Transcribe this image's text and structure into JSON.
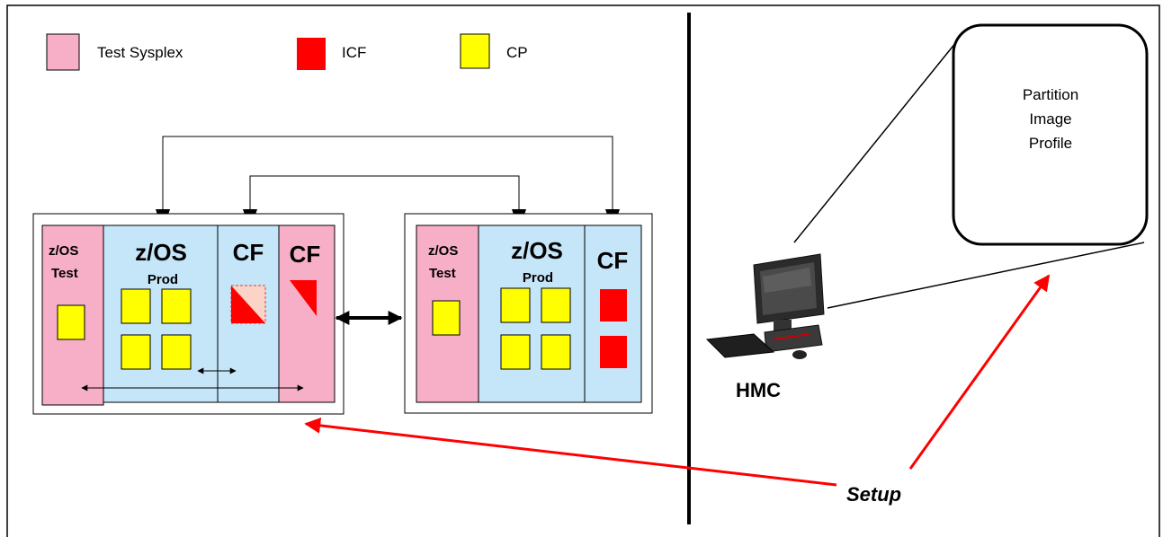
{
  "legend": {
    "items": [
      {
        "label": "Test Sysplex",
        "color": "#f7aec7"
      },
      {
        "label": "ICF",
        "color": "#ff0000"
      },
      {
        "label": "CP",
        "color": "#ffff00"
      }
    ]
  },
  "cec1": {
    "test_label_line1": "z/OS",
    "test_label_line2": "Test",
    "prod_title": "z/OS",
    "prod_subtitle": "Prod",
    "cf_shared_label": "CF",
    "cf_test_label": "CF"
  },
  "cec2": {
    "test_label_line1": "z/OS",
    "test_label_line2": "Test",
    "prod_title": "z/OS",
    "prod_subtitle": "Prod",
    "cf_label": "CF"
  },
  "hmc": {
    "label": "HMC"
  },
  "profile": {
    "line1": "Partition",
    "line2": "Image",
    "line3": "Profile"
  },
  "setup_label": "Setup",
  "colors": {
    "test_pink": "#f7aec7",
    "prod_blue": "#c5e5f8",
    "cp_yellow": "#ffff00",
    "icf_red": "#ff0000",
    "arrow_red": "#ff0000",
    "faded_pink": "#fbd3c7"
  }
}
